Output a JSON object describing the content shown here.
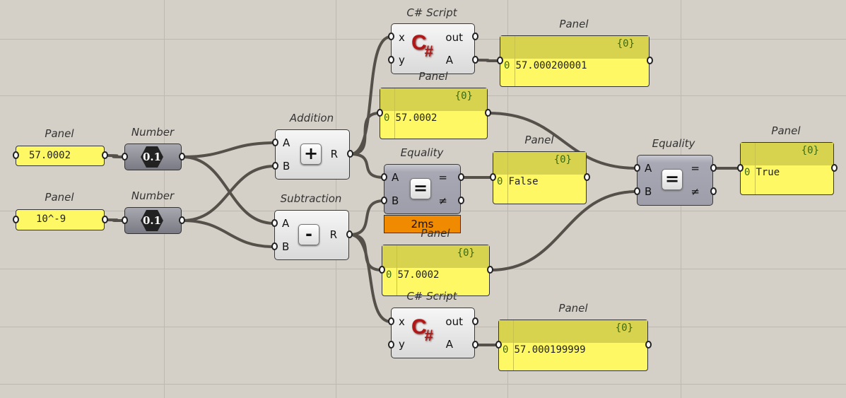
{
  "panel_label": "Panel",
  "number_label": "Number",
  "count_tag": "{0}",
  "index": "0",
  "number_icon": "0.1",
  "panels": {
    "input_a": "57.0002",
    "input_b": "10^-9",
    "script_top": "57.000200001",
    "addition": "57.0002",
    "eq1_result": "False",
    "eq2_result": "True",
    "subtraction": "57.0002",
    "script_bottom": "57.000199999"
  },
  "addition": {
    "title": "Addition",
    "a": "A",
    "b": "B",
    "r": "R",
    "icon": "+"
  },
  "subtraction": {
    "title": "Subtraction",
    "a": "A",
    "b": "B",
    "r": "R",
    "icon": "-"
  },
  "equality": {
    "title": "Equality",
    "a": "A",
    "b": "B",
    "eq": "=",
    "neq": "≠",
    "icon": "="
  },
  "script": {
    "title": "C# Script",
    "x": "x",
    "y": "y",
    "out": "out",
    "a": "A",
    "icon_c": "C",
    "icon_hash": "#"
  },
  "timer": "2ms"
}
